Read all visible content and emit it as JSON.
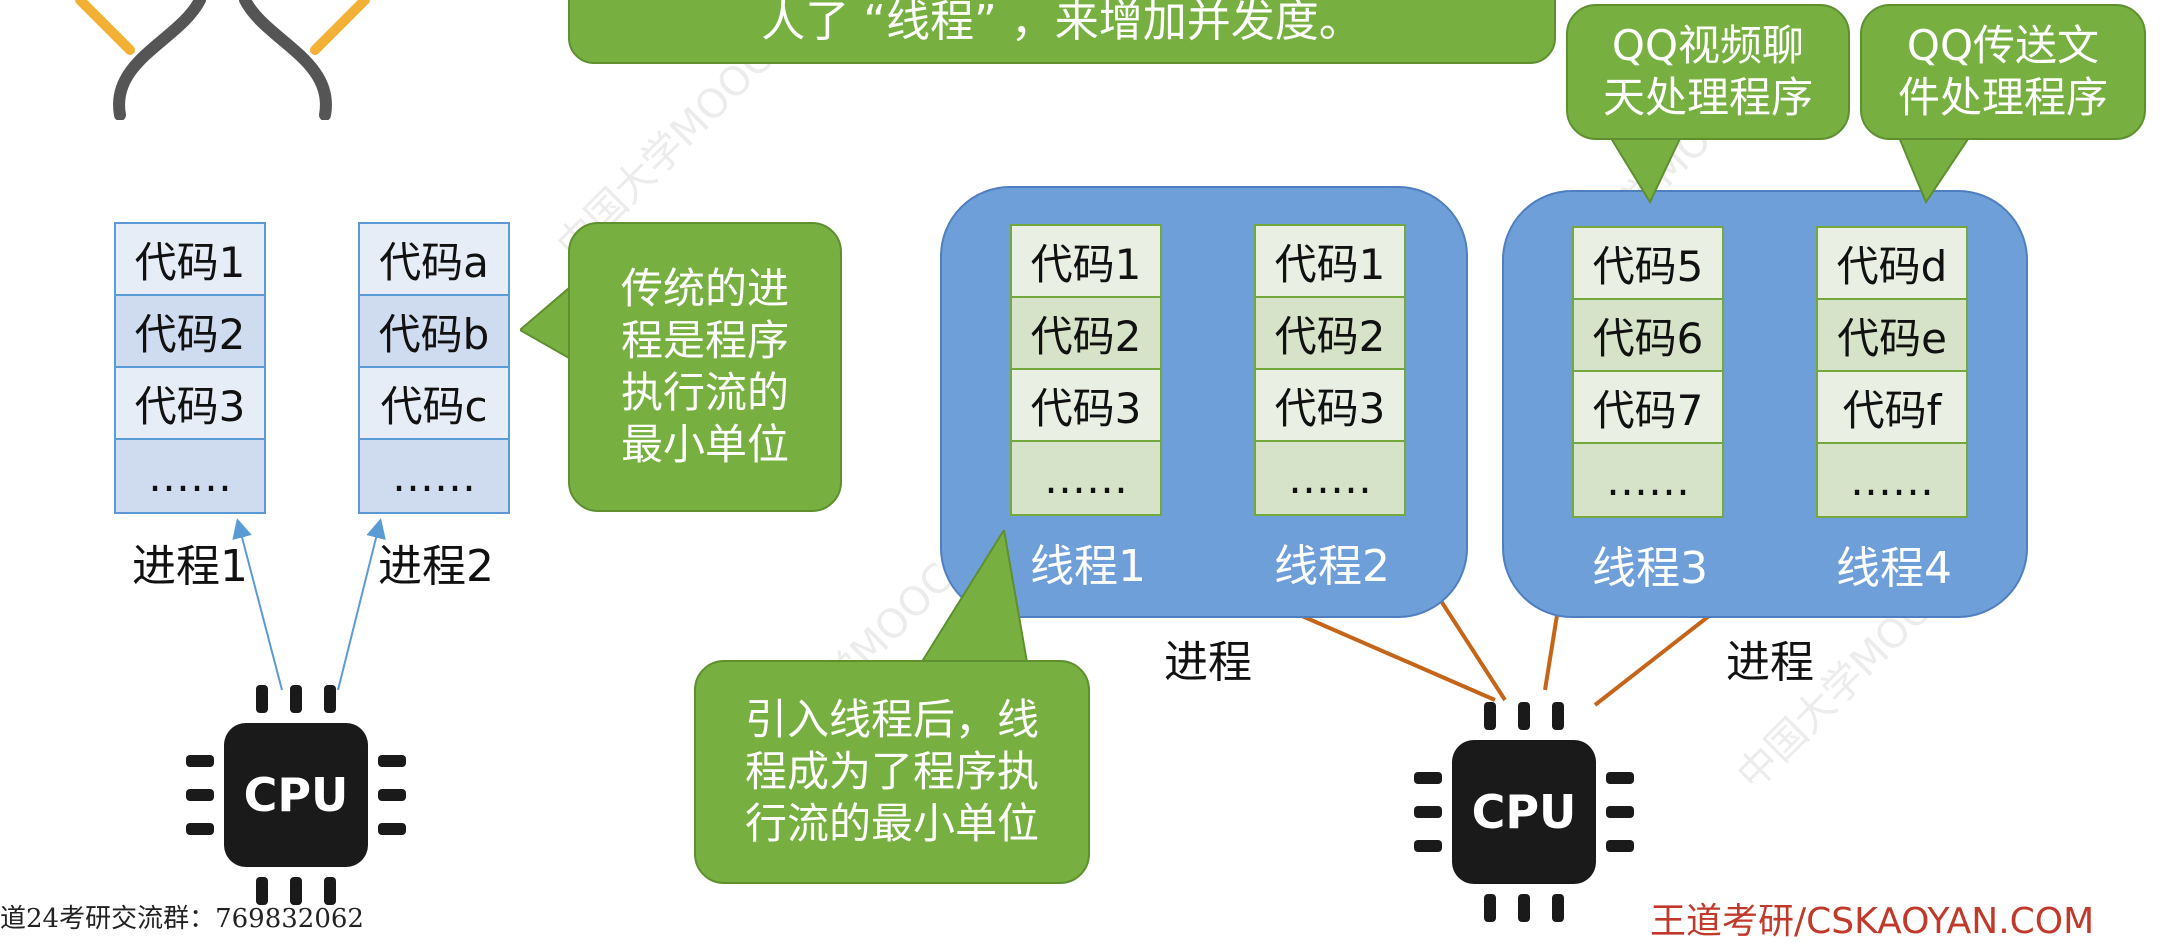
{
  "top_banner": {
    "text": "人了 “线程” ，来增加并发度。"
  },
  "callouts": {
    "traditional": "传统的进\n程是程序\n执行流的\n最小单位",
    "after_threads": "引入线程后，线\n程成为了程序执\n行流的最小单位",
    "qq_video": "QQ视频聊\n天处理程序",
    "qq_file": "QQ传送文\n件处理程序"
  },
  "left": {
    "process1": {
      "label": "进程1",
      "cells": [
        "代码1",
        "代码2",
        "代码3",
        "……"
      ]
    },
    "process2": {
      "label": "进程2",
      "cells": [
        "代码a",
        "代码b",
        "代码c",
        "……"
      ]
    },
    "cpu_label": "CPU"
  },
  "right": {
    "processA": {
      "label": "进程",
      "threads": [
        {
          "label": "线程1",
          "cells": [
            "代码1",
            "代码2",
            "代码3",
            "……"
          ]
        },
        {
          "label": "线程2",
          "cells": [
            "代码1",
            "代码2",
            "代码3",
            "……"
          ]
        }
      ]
    },
    "processB": {
      "label": "进程",
      "threads": [
        {
          "label": "线程3",
          "cells": [
            "代码5",
            "代码6",
            "代码7",
            "……"
          ]
        },
        {
          "label": "线程4",
          "cells": [
            "代码d",
            "代码e",
            "代码f",
            "……"
          ]
        }
      ]
    },
    "cpu_label": "CPU"
  },
  "footer": {
    "qq_group": "道24考研交流群：769832062",
    "brand": "王道考研/CSKAOYAN.COM"
  },
  "colors": {
    "callout_green": "#77b041",
    "process_blue": "#6f9fd8",
    "arrow_orange": "#c5651a",
    "arrow_blue": "#5b9bd5",
    "brand_red": "#c0392b"
  }
}
